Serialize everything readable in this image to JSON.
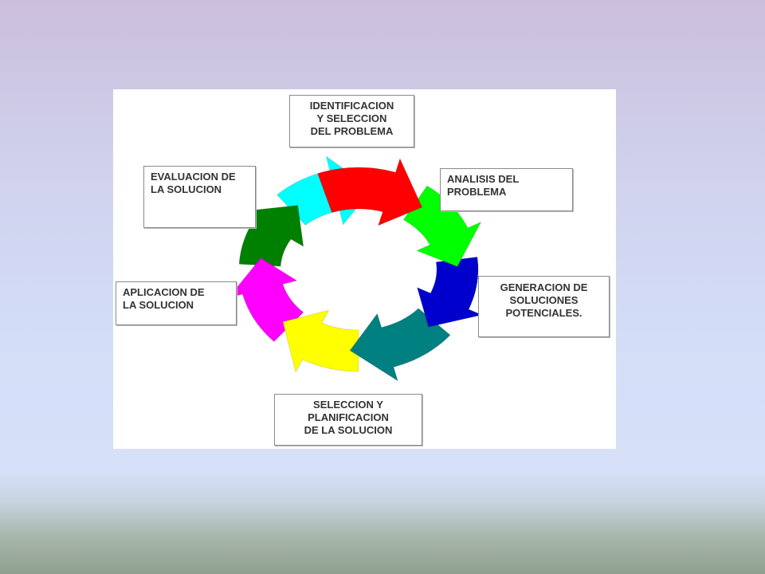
{
  "steps": [
    {
      "id": "identificacion",
      "label": "IDENTIFICACION\nY SELECCION\nDEL PROBLEMA",
      "color": "#ff0000"
    },
    {
      "id": "analisis",
      "label": "ANALISIS DEL\nPROBLEMA",
      "color": "#00ff00"
    },
    {
      "id": "generacion",
      "label": "GENERACION DE\nSOLUCIONES\nPOTENCIALES.",
      "color": "#0000cc"
    },
    {
      "id": "seleccion",
      "label": "SELECCION Y\nPLANIFICACION\nDE LA SOLUCION",
      "color": "#008080"
    },
    {
      "id": "aplicacion",
      "label": "APLICACION DE\nLA SOLUCION",
      "color": "#ff00ff"
    },
    {
      "id": "evaluacion",
      "label": "EVALUACION DE\nLA SOLUCION",
      "color": "#00ffff"
    }
  ],
  "cycle_colors": {
    "red": "#ff0000",
    "green": "#00ff00",
    "blue": "#0000cc",
    "teal": "#008080",
    "yellow": "#ffff00",
    "magenta": "#ff00ff",
    "dark_green": "#008000",
    "cyan": "#00ffff"
  }
}
